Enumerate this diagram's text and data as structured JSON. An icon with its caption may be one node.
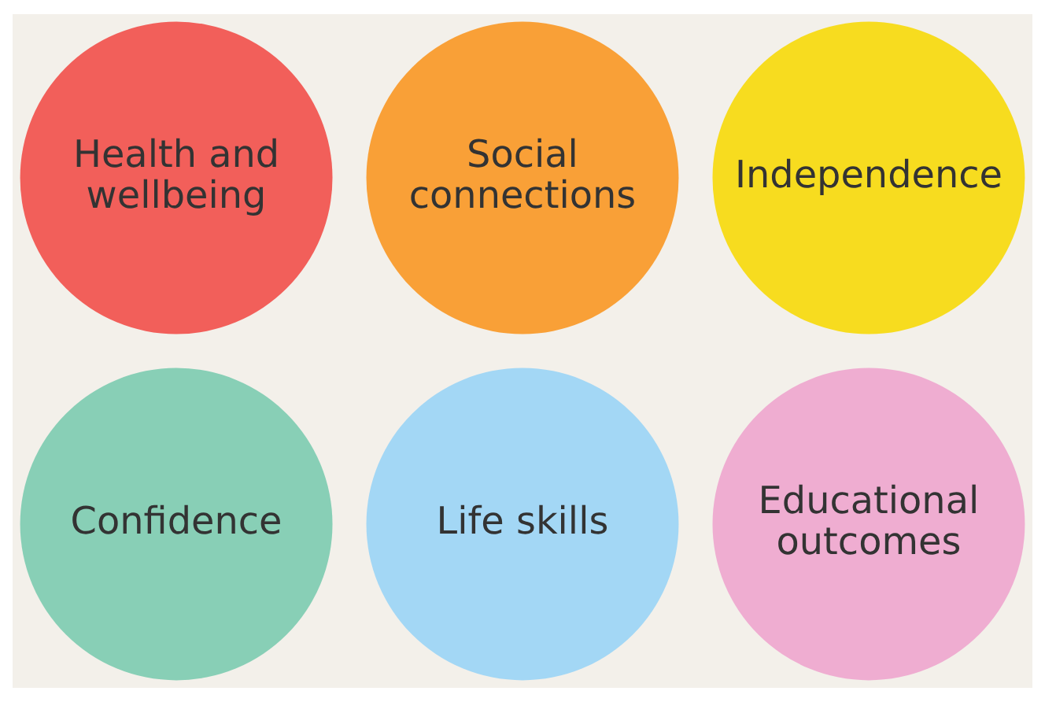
{
  "diagram": {
    "nodes": [
      {
        "text": [
          "Health and wellbeing"
        ]
      },
      {
        "text": [
          "Social connections"
        ]
      },
      {
        "text": [
          "Independence"
        ]
      },
      {
        "text": [
          "Confidence"
        ]
      },
      {
        "text": [
          "Life skills"
        ]
      },
      {
        "text": [
          "Educational outcomes"
        ]
      }
    ]
  }
}
